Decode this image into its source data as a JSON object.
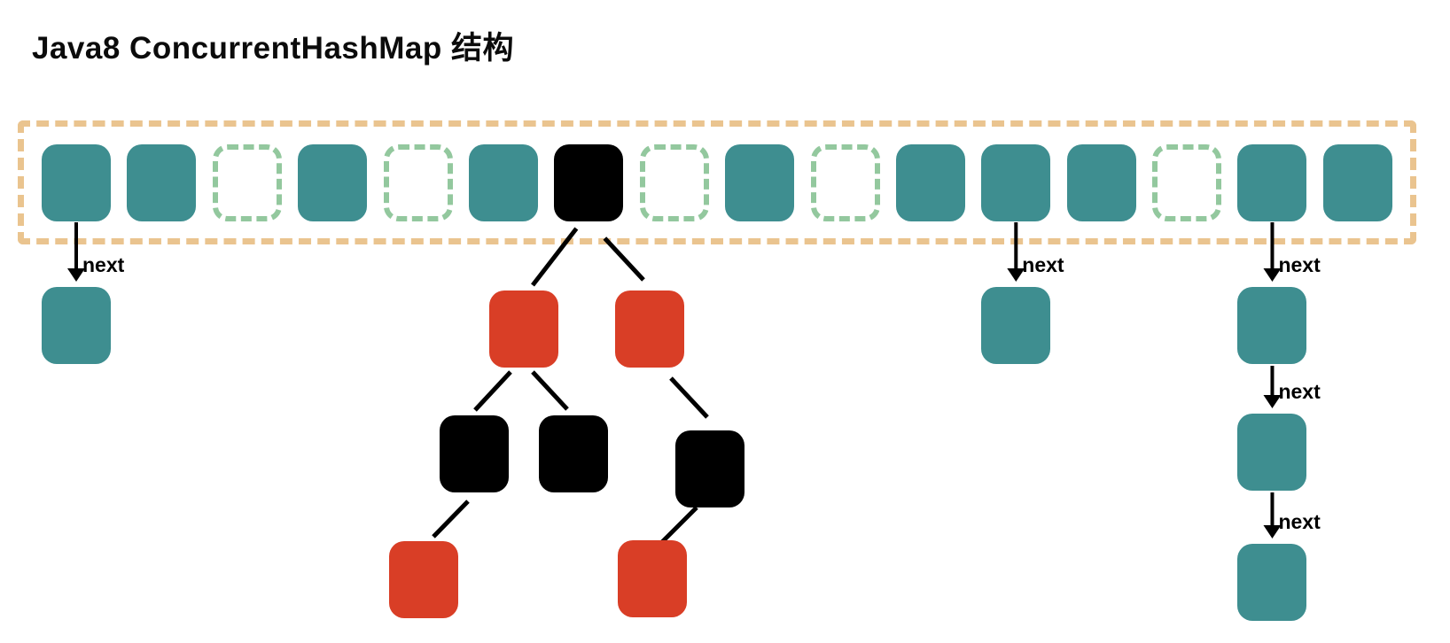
{
  "title": "Java8 ConcurrentHashMap 结构",
  "colors": {
    "teal": "#3e8e90",
    "red": "#d93e26",
    "black": "#000000",
    "array_border": "#eac48f",
    "empty_cell_border": "#93c89e",
    "background": "#ffffff",
    "text": "#0b0b0b"
  },
  "array": {
    "cells": [
      {
        "index": 0,
        "type": "node"
      },
      {
        "index": 1,
        "type": "node"
      },
      {
        "index": 2,
        "type": "empty"
      },
      {
        "index": 3,
        "type": "node"
      },
      {
        "index": 4,
        "type": "empty"
      },
      {
        "index": 5,
        "type": "node"
      },
      {
        "index": 6,
        "type": "tree-root"
      },
      {
        "index": 7,
        "type": "empty"
      },
      {
        "index": 8,
        "type": "node"
      },
      {
        "index": 9,
        "type": "empty"
      },
      {
        "index": 10,
        "type": "node"
      },
      {
        "index": 11,
        "type": "node"
      },
      {
        "index": 12,
        "type": "node"
      },
      {
        "index": 13,
        "type": "empty"
      },
      {
        "index": 14,
        "type": "node"
      },
      {
        "index": 15,
        "type": "node"
      }
    ]
  },
  "chains": [
    {
      "cell_index": 0,
      "arrow_label": "next",
      "nodes": [
        "node"
      ]
    },
    {
      "cell_index": 11,
      "arrow_label": "next",
      "nodes": [
        "node"
      ]
    },
    {
      "cell_index": 14,
      "arrow_label": "next",
      "nodes": [
        "node",
        "node",
        "node"
      ]
    }
  ],
  "tree": {
    "root_cell_index": 6,
    "nodes": [
      {
        "id": "red1",
        "color": "red"
      },
      {
        "id": "red2",
        "color": "red"
      },
      {
        "id": "black1",
        "color": "black"
      },
      {
        "id": "black2",
        "color": "black"
      },
      {
        "id": "black3",
        "color": "black"
      },
      {
        "id": "red3",
        "color": "red"
      },
      {
        "id": "red4",
        "color": "red"
      }
    ],
    "edges": [
      {
        "from": "root",
        "to": "red1"
      },
      {
        "from": "root",
        "to": "red2"
      },
      {
        "from": "red1",
        "to": "black1"
      },
      {
        "from": "red1",
        "to": "black2"
      },
      {
        "from": "red2",
        "to": "black3"
      },
      {
        "from": "black1",
        "to": "red3"
      },
      {
        "from": "black3",
        "to": "red4"
      }
    ]
  }
}
